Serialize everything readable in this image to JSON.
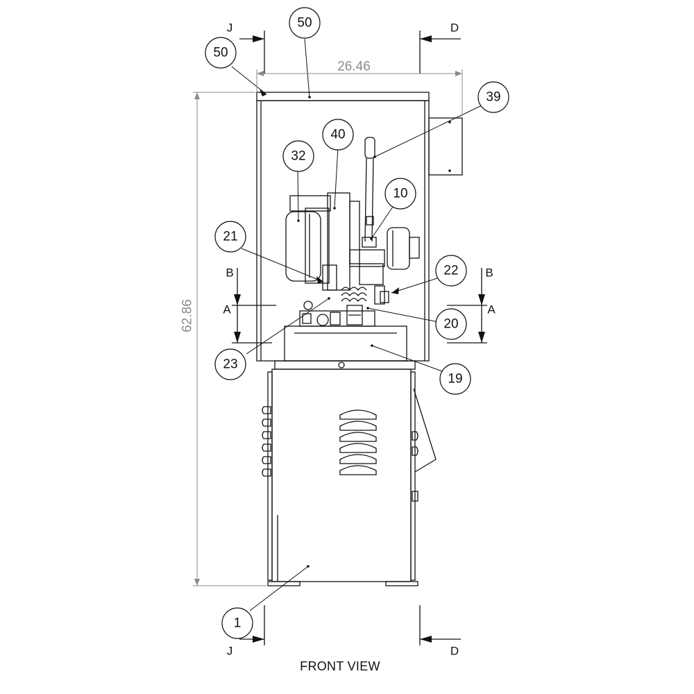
{
  "drawing": {
    "view_title": "FRONT VIEW",
    "dimensions": {
      "width": "26.46",
      "height": "62.86"
    },
    "section_labels": {
      "j_top": "J",
      "d_top": "D",
      "j_bottom": "J",
      "d_bottom": "D",
      "b_left": "B",
      "a_left": "A",
      "b_right": "B",
      "a_right": "A"
    },
    "balloons": {
      "b50_top": "50",
      "b50_left": "50",
      "b39": "39",
      "b40": "40",
      "b32": "32",
      "b10": "10",
      "b21": "21",
      "b22": "22",
      "b20": "20",
      "b23": "23",
      "b19": "19",
      "b1": "1"
    }
  },
  "colors": {
    "line": "#111111",
    "dimension": "#8a8a8a",
    "background": "#ffffff"
  }
}
